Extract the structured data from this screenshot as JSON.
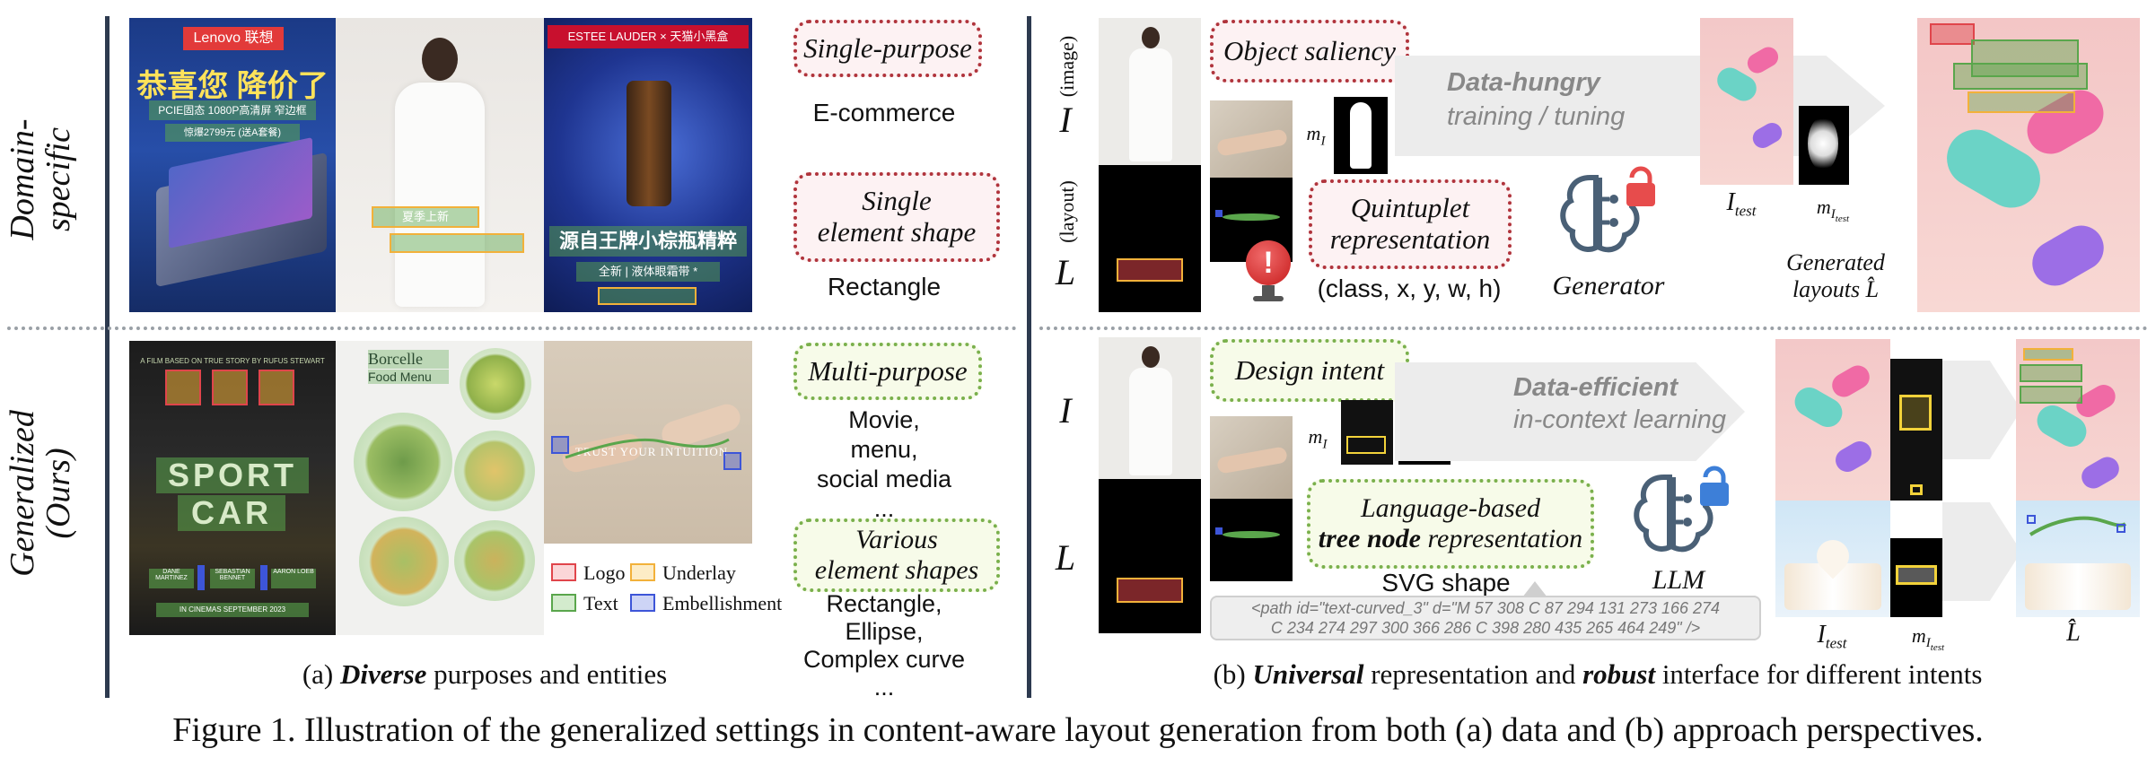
{
  "row_labels": {
    "domain_specific": [
      "Domain-",
      "specific"
    ],
    "generalized": [
      "Generalized",
      "(Ours)"
    ]
  },
  "panel_a": {
    "poster_ecom": {
      "brand_left": "Lenovo 联想",
      "headline_left": "恭喜您 降价了",
      "subline_left": "PCIE固态 1080P高清屏 窄边框",
      "price_left": "惊爆2799元 (送A套餐)",
      "brand_right": "ESTEE LAUDER × 天猫小黑盒",
      "headline_right": "源自王牌小棕瓶精粹",
      "subline_right": "全新 | 液体眼霜带 *",
      "dress_text": "夏季上新"
    },
    "poster_general": {
      "movie_top": "A FILM BASED ON TRUE STORY BY RUFUS STEWART",
      "movie_title_1": "SPORT",
      "movie_title_2": "CAR",
      "cast_1": "DANE MARTINEZ",
      "cast_2": "SEBASTIAN BENNET",
      "cast_3": "AARON LOEB",
      "movie_bottom": "IN CINEMAS SEPTEMBER 2023",
      "menu_title_1": "Borcelle",
      "menu_title_2": "Food Menu",
      "social_text": "TRUST YOUR INTUITION"
    },
    "pill_single_purpose": "Single-purpose",
    "label_ecommerce": "E-commerce",
    "pill_single_shape": [
      "Single",
      "element shape"
    ],
    "label_rectangle": "Rectangle",
    "pill_multi_purpose": "Multi-purpose",
    "label_movie": [
      "Movie,",
      "menu,",
      "social media",
      "..."
    ],
    "pill_various_shapes": [
      "Various",
      "element shapes"
    ],
    "label_shapes": [
      "Rectangle,",
      "Ellipse,",
      "Complex curve",
      "..."
    ],
    "legend": {
      "logo": "Logo",
      "underlay": "Underlay",
      "text": "Text",
      "embellishment": "Embellishment"
    },
    "caption_prefix": "(a) ",
    "caption_bold": "Diverse",
    "caption_rest": " purposes and entities"
  },
  "panel_b": {
    "axis_I": "I",
    "axis_L": "L",
    "axis_image": "(image)",
    "axis_layout": "(layout)",
    "pill_object_saliency": "Object saliency",
    "m_I": "m",
    "m_I_sub": "I",
    "pill_quintuplet": [
      "Quintuplet",
      "representation"
    ],
    "tuple_text": "(class, x, y, w, h)",
    "data_hungry": "Data-hungry",
    "training_tuning": "training / tuning",
    "generator": "Generator",
    "I_test": "I",
    "I_test_sub": "test",
    "m_I_test": "m",
    "m_I_test_sub": "I",
    "m_I_test_subsub": "test",
    "generated_layouts": [
      "Generated",
      "layouts"
    ],
    "L_hat": "L̂",
    "pill_design_intent": "Design intent",
    "data_efficient": "Data-efficient",
    "in_context": "in-context learning",
    "pill_language": [
      "Language-based",
      "tree node",
      " representation"
    ],
    "svg_shape": "SVG shape",
    "llm": "LLM",
    "svg_code_1": "<path id=\"text-curved_3\" d=\"M 57 308 C 87 294 131 273 166 274",
    "svg_code_2": "C 234 274 297 300 366 286 C 398 280 435 265 464 249\" />",
    "caption_prefix": "(b) ",
    "caption_bold1": "Universal",
    "caption_mid": " representation and ",
    "caption_bold2": "robust",
    "caption_rest": " interface for different intents"
  },
  "figure_caption": "Figure 1. Illustration of the generalized settings in content-aware layout generation from both (a) data and (b) approach perspectives.",
  "colors": {
    "logo": "#e0454b",
    "underlay": "#f2b13a",
    "text": "#5aa64c",
    "embellishment": "#3d55d8",
    "divider": "#2d3a4f"
  }
}
